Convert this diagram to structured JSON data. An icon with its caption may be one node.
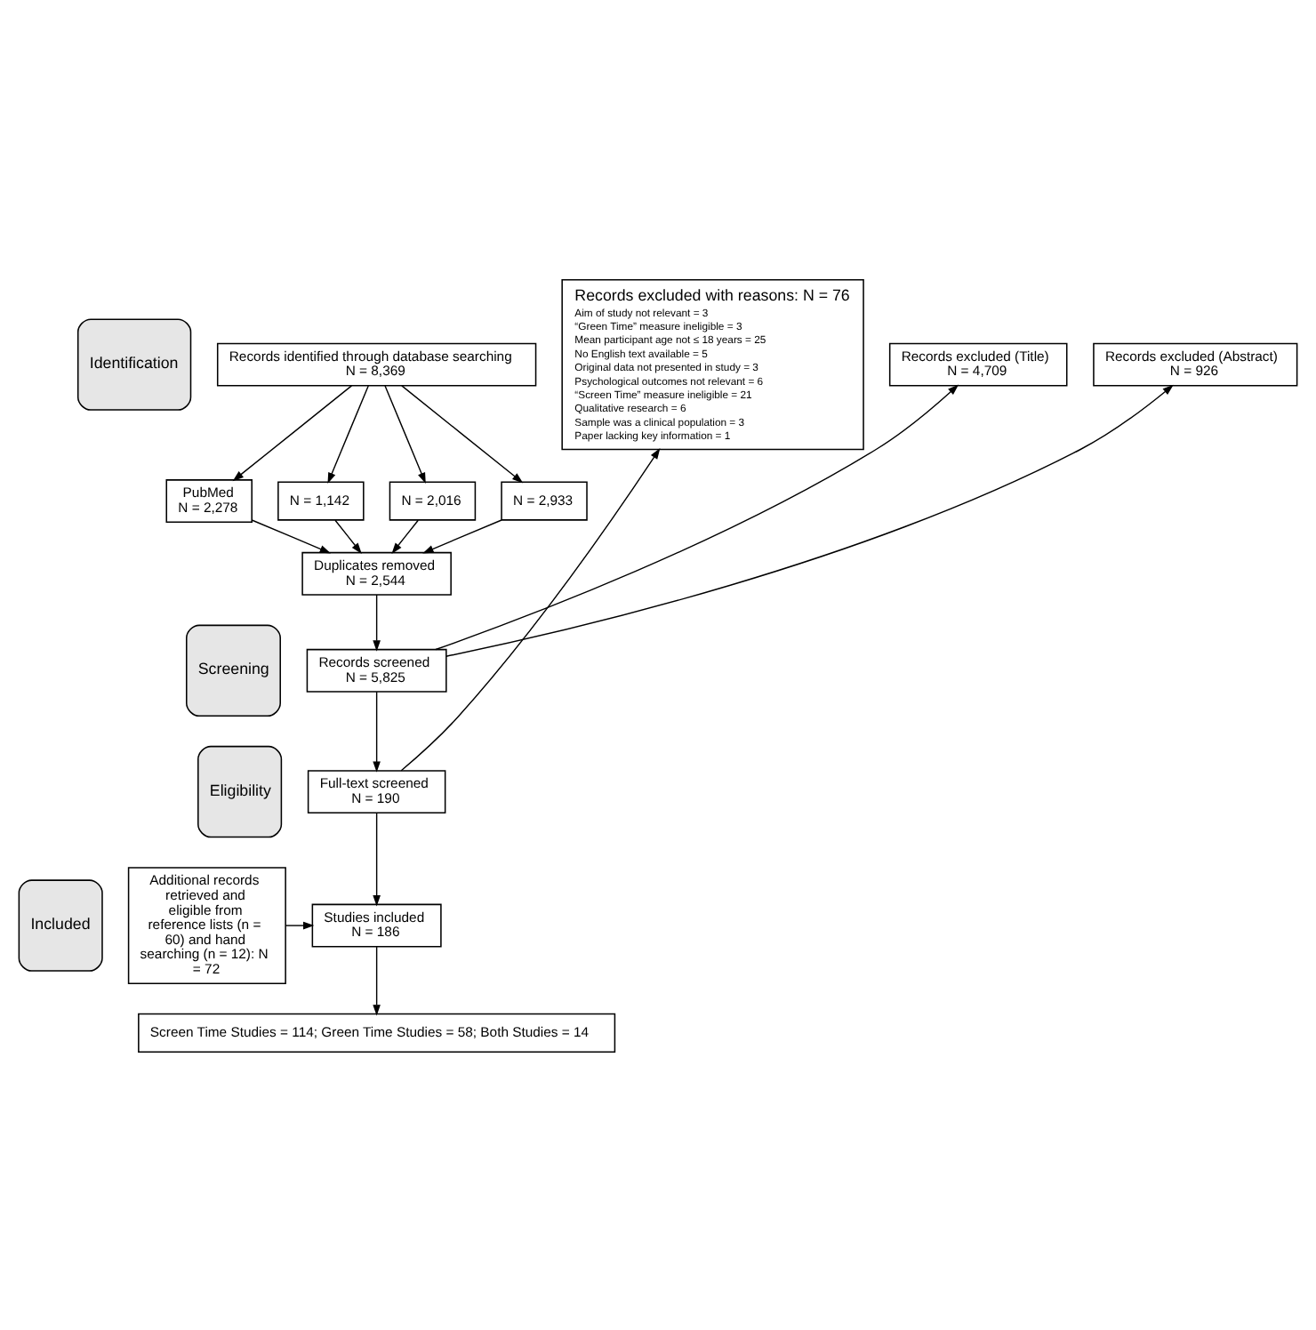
{
  "diagram": {
    "nodes": [
      {
        "text": [
          "Identification"
        ]
      },
      {
        "text": [
          "Screening"
        ]
      },
      {
        "text": [
          "Eligibility"
        ]
      },
      {
        "text": [
          "Included"
        ]
      },
      {
        "text": [
          "Records identified through database searching",
          "N = 8,369"
        ]
      },
      {
        "text": [
          "PubMed",
          "N = 2,278"
        ]
      },
      {
        "text": [
          "N = 1,142"
        ]
      },
      {
        "text": [
          "N = 2,016"
        ]
      },
      {
        "text": [
          "N = 2,933"
        ]
      },
      {
        "text": [
          "Duplicates removed",
          "N = 2,544"
        ]
      },
      {
        "text": [
          "Records screened",
          "N = 5,825"
        ]
      },
      {
        "text": [
          "Records excluded (Title)",
          "N = 4,709"
        ]
      },
      {
        "text": [
          "Records excluded (Abstract)",
          "N = 926"
        ]
      },
      {
        "text": [
          "Full-text screened",
          "N = 190"
        ]
      },
      {
        "text": [
          "Records excluded with reasons: N = 76",
          "Aim of study not relevant = 3",
          "“Green Time” measure ineligible = 3",
          "Mean participant age not ≤ 18 years = 25",
          "No English text available = 5",
          "Original data not presented in study = 3",
          "Psychological outcomes not relevant = 6",
          "“Screen Time” measure ineligible = 21",
          "Qualitative research = 6",
          "Sample was a clinical population = 3",
          "Paper lacking key information = 1"
        ]
      },
      {
        "text": [
          "Additional records retrieved and eligible from reference lists (n = 60) and hand searching (n = 12): N = 72"
        ]
      },
      {
        "text": [
          "Studies included",
          "N = 186"
        ]
      },
      {
        "text": [
          "Screen Time Studies = 114; Green Time Studies = 58; Both Studies = 14"
        ]
      }
    ],
    "edges": [
      {
        "from": 4,
        "to": 5,
        "arrow": "to"
      },
      {
        "from": 4,
        "to": 6,
        "arrow": "to"
      },
      {
        "from": 4,
        "to": 7,
        "arrow": "to"
      },
      {
        "from": 4,
        "to": 8,
        "arrow": "to"
      },
      {
        "from": 5,
        "to": 9,
        "arrow": "to"
      },
      {
        "from": 6,
        "to": 9,
        "arrow": "to"
      },
      {
        "from": 7,
        "to": 9,
        "arrow": "to"
      },
      {
        "from": 8,
        "to": 9,
        "arrow": "to"
      },
      {
        "from": 9,
        "to": 10,
        "arrow": "to"
      },
      {
        "from": 10,
        "to": 11,
        "arrow": "to"
      },
      {
        "from": 10,
        "to": 12,
        "arrow": "to"
      },
      {
        "from": 10,
        "to": 13,
        "arrow": "to"
      },
      {
        "from": 13,
        "to": 14,
        "arrow": "to"
      },
      {
        "from": 15,
        "to": 16,
        "arrow": "to"
      },
      {
        "from": 13,
        "to": 16,
        "arrow": "to"
      },
      {
        "from": 16,
        "to": 17,
        "arrow": "to"
      }
    ]
  }
}
